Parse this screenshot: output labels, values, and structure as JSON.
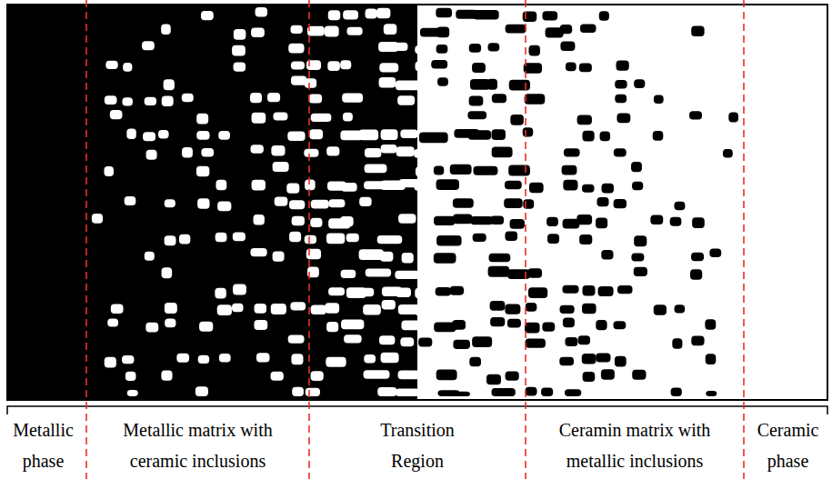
{
  "diagram": {
    "labels": [
      "Metallic phase",
      "Metallic matrix with ceramic inclusions",
      "Transition Region",
      "Ceramin matrix with metallic inclusions",
      "Ceramic phase"
    ]
  }
}
